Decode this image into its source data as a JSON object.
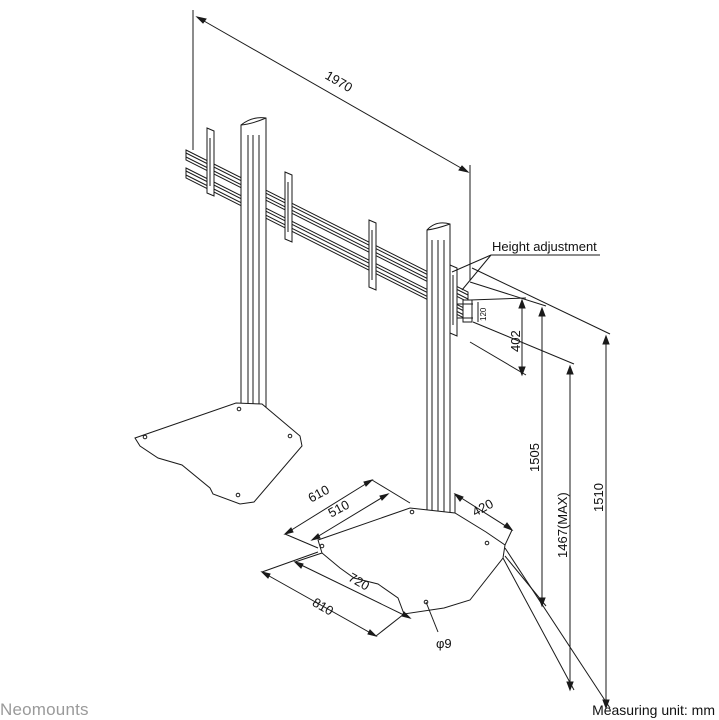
{
  "brand": "Neomounts",
  "measuring_unit": "Measuring unit: mm",
  "callout": "Height adjustment",
  "dimensions": {
    "overall_width": "1970",
    "bracket_step": "120",
    "adjust_range": "402",
    "height_1505": "1505",
    "height_max": "1467(MAX)",
    "height_1510": "1510",
    "base_depth_front": "610",
    "base_depth_inner": "510",
    "base_side": "420",
    "base_width_inner": "720",
    "base_width_outer": "810",
    "hole": "φ9"
  }
}
